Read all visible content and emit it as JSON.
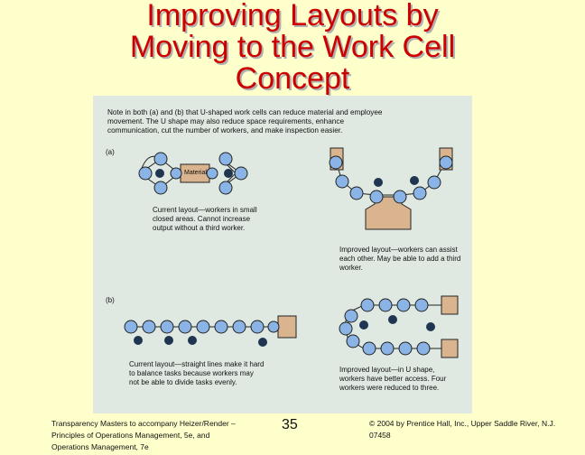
{
  "title": {
    "line1": "Improving Layouts by",
    "line2": "Moving to the Work Cell",
    "line3": "Concept"
  },
  "figure": {
    "note": "Note in both (a) and (b) that U-shaped work cells can reduce material and employee movement. The U shape may also reduce space requirements, enhance communication, cut the number of workers, and make inspection easier.",
    "label_a": "(a)",
    "label_b": "(b)",
    "material_label": "Material",
    "caption_a_current": "Current layout—workers in small closed areas. Cannot increase output without a third worker.",
    "caption_a_improved": "Improved layout—workers can assist each other. May be able to add a third worker.",
    "caption_b_current": "Current layout—straight lines make it hard to balance tasks because workers may not be able to divide tasks evenly.",
    "caption_b_improved": "Improved layout—in U shape, workers have better access. Four workers were reduced to three."
  },
  "footer": {
    "left": "Transparency Masters to accompany Heizer/Render – Principles of Operations Management, 5e, and Operations Management, 7e",
    "page_number": "35",
    "right": "© 2004 by Prentice Hall, Inc., Upper Saddle River, N.J. 07458"
  },
  "colors": {
    "title": "#cc0000",
    "background": "#ffffcc",
    "panel": "#dfe9e2",
    "machine": "#8ab4e6",
    "material": "#d9b48f",
    "worker": "#1f3550"
  }
}
